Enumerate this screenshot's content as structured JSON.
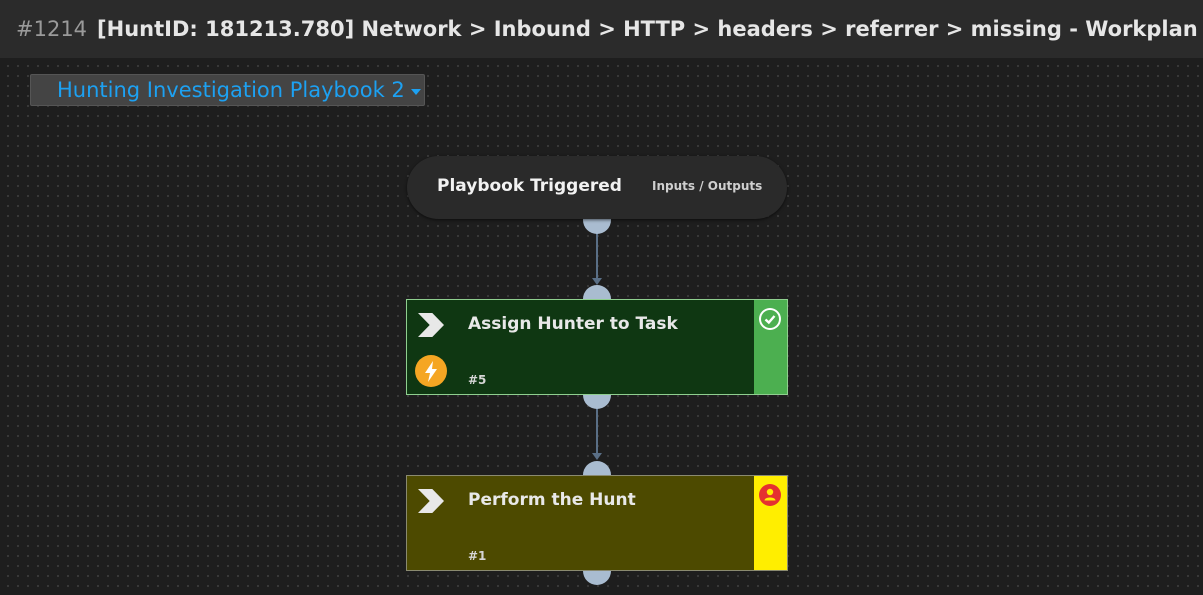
{
  "header": {
    "incident_id": "#1214",
    "title": "[HuntID: 181213.780] Network > Inbound > HTTP > headers > referrer > missing - Workplan"
  },
  "playbook_selector": {
    "label": "Hunting Investigation Playbook 2"
  },
  "workflow": {
    "trigger": {
      "title": "Playbook Triggered",
      "io_label": "Inputs / Outputs"
    },
    "tasks": [
      {
        "title": "Assign Hunter to Task",
        "number": "#5",
        "status": "completed",
        "status_icon": "check-circle-icon",
        "type_icon": "lightning-icon",
        "color": "#4caf50"
      },
      {
        "title": "Perform the Hunt",
        "number": "#1",
        "status": "waiting",
        "status_icon": "user-icon",
        "color": "#ffee00"
      }
    ]
  }
}
